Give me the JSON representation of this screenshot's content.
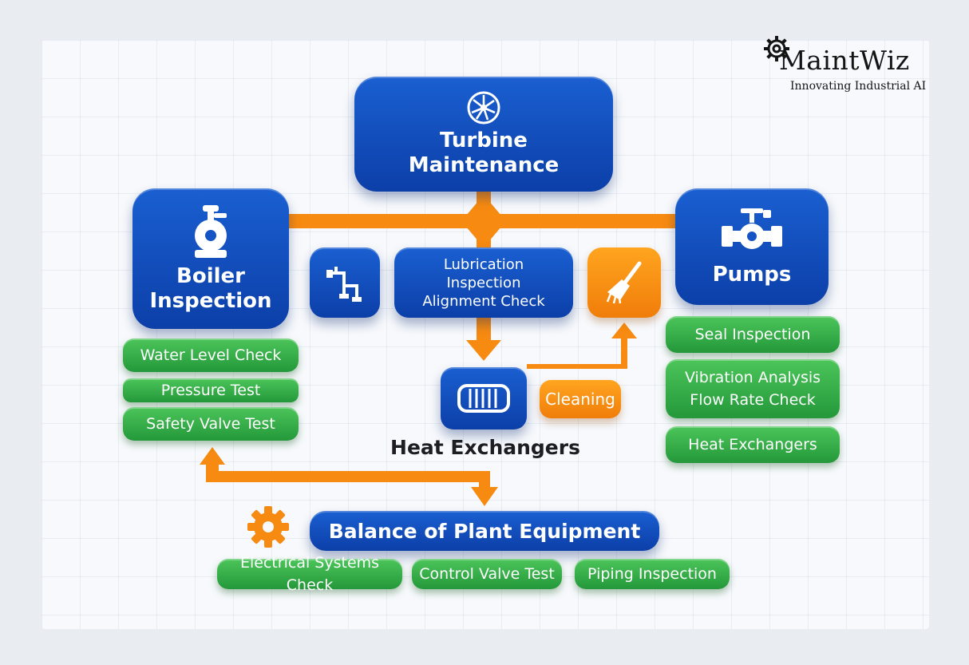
{
  "brand": {
    "name": "MaintWiz",
    "tagline": "Innovating Industrial AI"
  },
  "colors": {
    "primary_blue": "#1554c4",
    "green": "#33ae48",
    "orange": "#f8880f",
    "background": "#f7f9fc"
  },
  "nodes": {
    "turbine": {
      "label": "Turbine\nMaintenance",
      "icon": "turbine-icon"
    },
    "boiler": {
      "label": "Boiler\nInspection",
      "icon": "boiler-icon"
    },
    "pumps": {
      "label": "Pumps",
      "icon": "pump-valve-icon"
    },
    "turbine_tasks": {
      "label": "Lubrication\nInspection\nAlignment Check"
    },
    "piping_icon_box": {
      "icon": "piping-icon"
    },
    "cleaning_icon_box": {
      "icon": "brush-icon"
    },
    "heat_exchanger_icon_box": {
      "icon": "heat-exchanger-icon"
    },
    "cleaning": {
      "label": "Cleaning"
    },
    "heat_exchangers_label": "Heat Exchangers",
    "balance_of_plant": {
      "label": "Balance of Plant Equipment",
      "icon": "gear-icon"
    }
  },
  "boiler_tasks": [
    "Water Level Check",
    "Pressure Test",
    "Safety Valve Test"
  ],
  "pump_tasks": [
    "Seal Inspection",
    "Vibration Analysis\nFlow Rate Check",
    "Heat Exchangers"
  ],
  "bop_tasks": [
    "Electrical Systems Check",
    "Control Valve Test",
    "Piping Inspection"
  ]
}
